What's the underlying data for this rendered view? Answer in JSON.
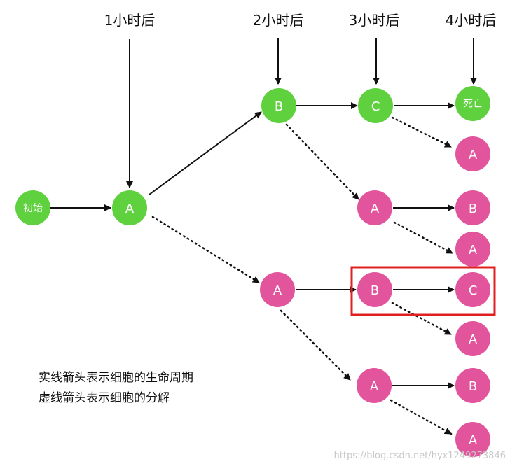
{
  "time_labels": [
    "1小时后",
    "2小时后",
    "3小时后",
    "4小时后"
  ],
  "nodes": {
    "start": "初始",
    "a1": "A",
    "b_green": "B",
    "c_green": "C",
    "dead": "死亡",
    "a_from_c": "A",
    "a_from_b": "A",
    "b_from_a2": "B",
    "a_from_a2b": "A",
    "a_mid": "A",
    "b_mid": "B",
    "c_mid": "C",
    "a_from_bmid": "A",
    "a_low": "A",
    "b_low": "B",
    "a_last": "A"
  },
  "legend": {
    "line1": "实线箭头表示细胞的生命周期",
    "line2": "虚线箭头表示细胞的分解"
  },
  "watermark": "https://blog.csdn.net/hyx1249273846",
  "colors": {
    "green": "#5fd13f",
    "pink": "#e2549b",
    "highlight": "#e02020"
  }
}
